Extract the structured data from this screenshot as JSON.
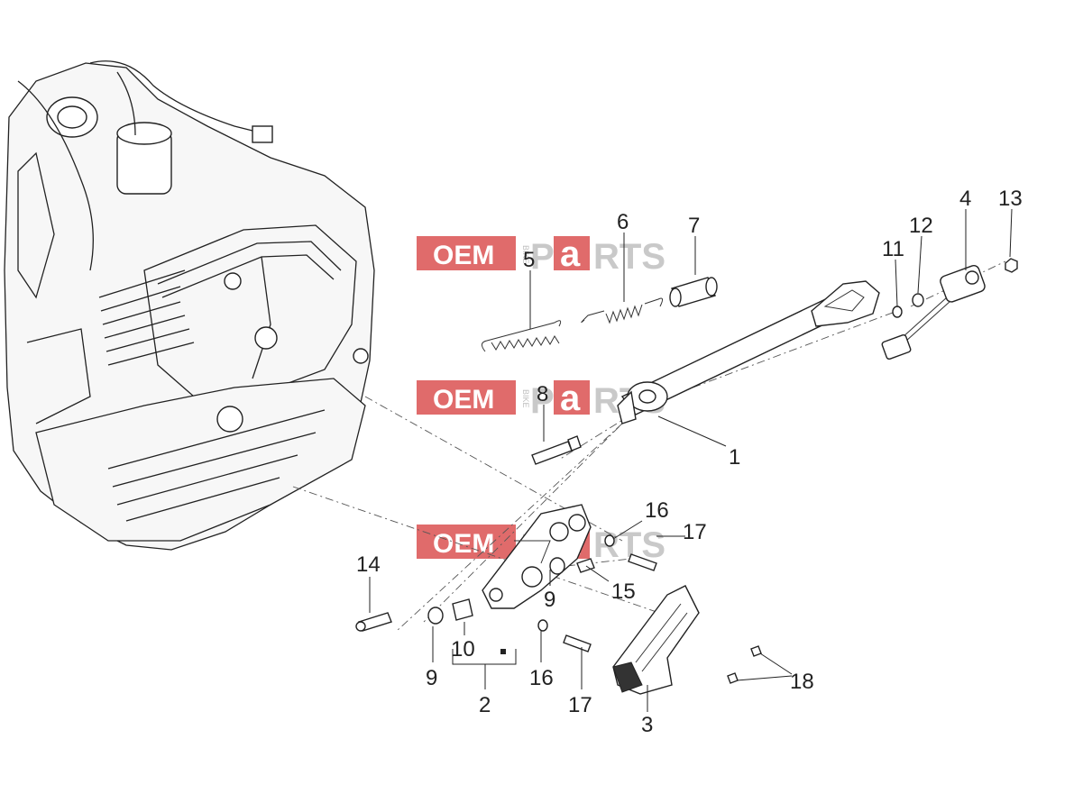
{
  "diagram": {
    "watermark": {
      "oem": "OEM",
      "bike": "BIKE",
      "parts_prefix": "P",
      "parts_a": "a",
      "parts_suffix": "RTS"
    },
    "callouts": [
      {
        "id": "c1",
        "label": "1"
      },
      {
        "id": "c2",
        "label": "2"
      },
      {
        "id": "c3",
        "label": "3"
      },
      {
        "id": "c4",
        "label": "4"
      },
      {
        "id": "c5",
        "label": "5"
      },
      {
        "id": "c6",
        "label": "6"
      },
      {
        "id": "c7",
        "label": "7"
      },
      {
        "id": "c8",
        "label": "8"
      },
      {
        "id": "c9a",
        "label": "9"
      },
      {
        "id": "c9b",
        "label": "9"
      },
      {
        "id": "c10",
        "label": "10"
      },
      {
        "id": "c11",
        "label": "11"
      },
      {
        "id": "c12",
        "label": "12"
      },
      {
        "id": "c13",
        "label": "13"
      },
      {
        "id": "c14",
        "label": "14"
      },
      {
        "id": "c15",
        "label": "15"
      },
      {
        "id": "c16a",
        "label": "16"
      },
      {
        "id": "c16b",
        "label": "16"
      },
      {
        "id": "c17a",
        "label": "17"
      },
      {
        "id": "c17b",
        "label": "17"
      },
      {
        "id": "c18",
        "label": "18"
      }
    ],
    "colors": {
      "watermark_red": "#e06b6b",
      "watermark_gray": "#c9c9c9",
      "line": "#222222"
    }
  }
}
